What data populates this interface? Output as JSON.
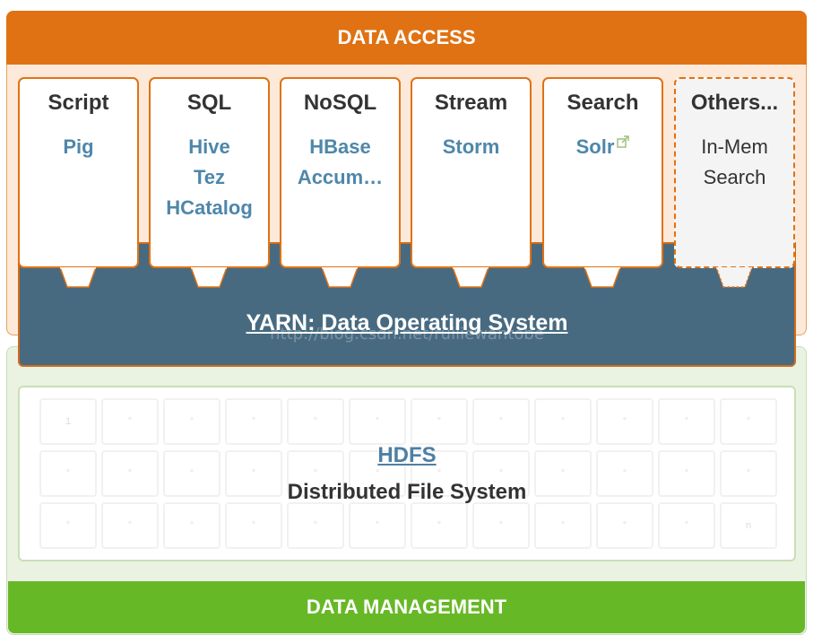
{
  "access": {
    "title": "DATA ACCESS"
  },
  "engines": [
    {
      "title": "Script",
      "items": [
        "Pig"
      ]
    },
    {
      "title": "SQL",
      "items": [
        "Hive",
        "Tez",
        "HCatalog"
      ]
    },
    {
      "title": "NoSQL",
      "items": [
        "HBase",
        "Accum…"
      ]
    },
    {
      "title": "Stream",
      "items": [
        "Storm"
      ]
    },
    {
      "title": "Search",
      "items": [
        "Solr"
      ],
      "icon": "external-link-icon"
    },
    {
      "title": "Others...",
      "items": [
        "In-Mem",
        "Search"
      ]
    }
  ],
  "yarn": {
    "title": "YARN: Data Operating System",
    "watermark": "http://blog.csdn.net/ruiliewantobe"
  },
  "hdfs": {
    "title": "HDFS",
    "subtitle": "Distributed File System",
    "first_cell": "1",
    "last_cell": "n",
    "dot": "°"
  },
  "management": {
    "title": "DATA MANAGEMENT"
  },
  "colors": {
    "access": "#e07213",
    "access_bg": "#fde9d9",
    "yarn": "#476a81",
    "management": "#67b826",
    "management_bg": "#eaf2e1",
    "link": "#4e87aa"
  }
}
